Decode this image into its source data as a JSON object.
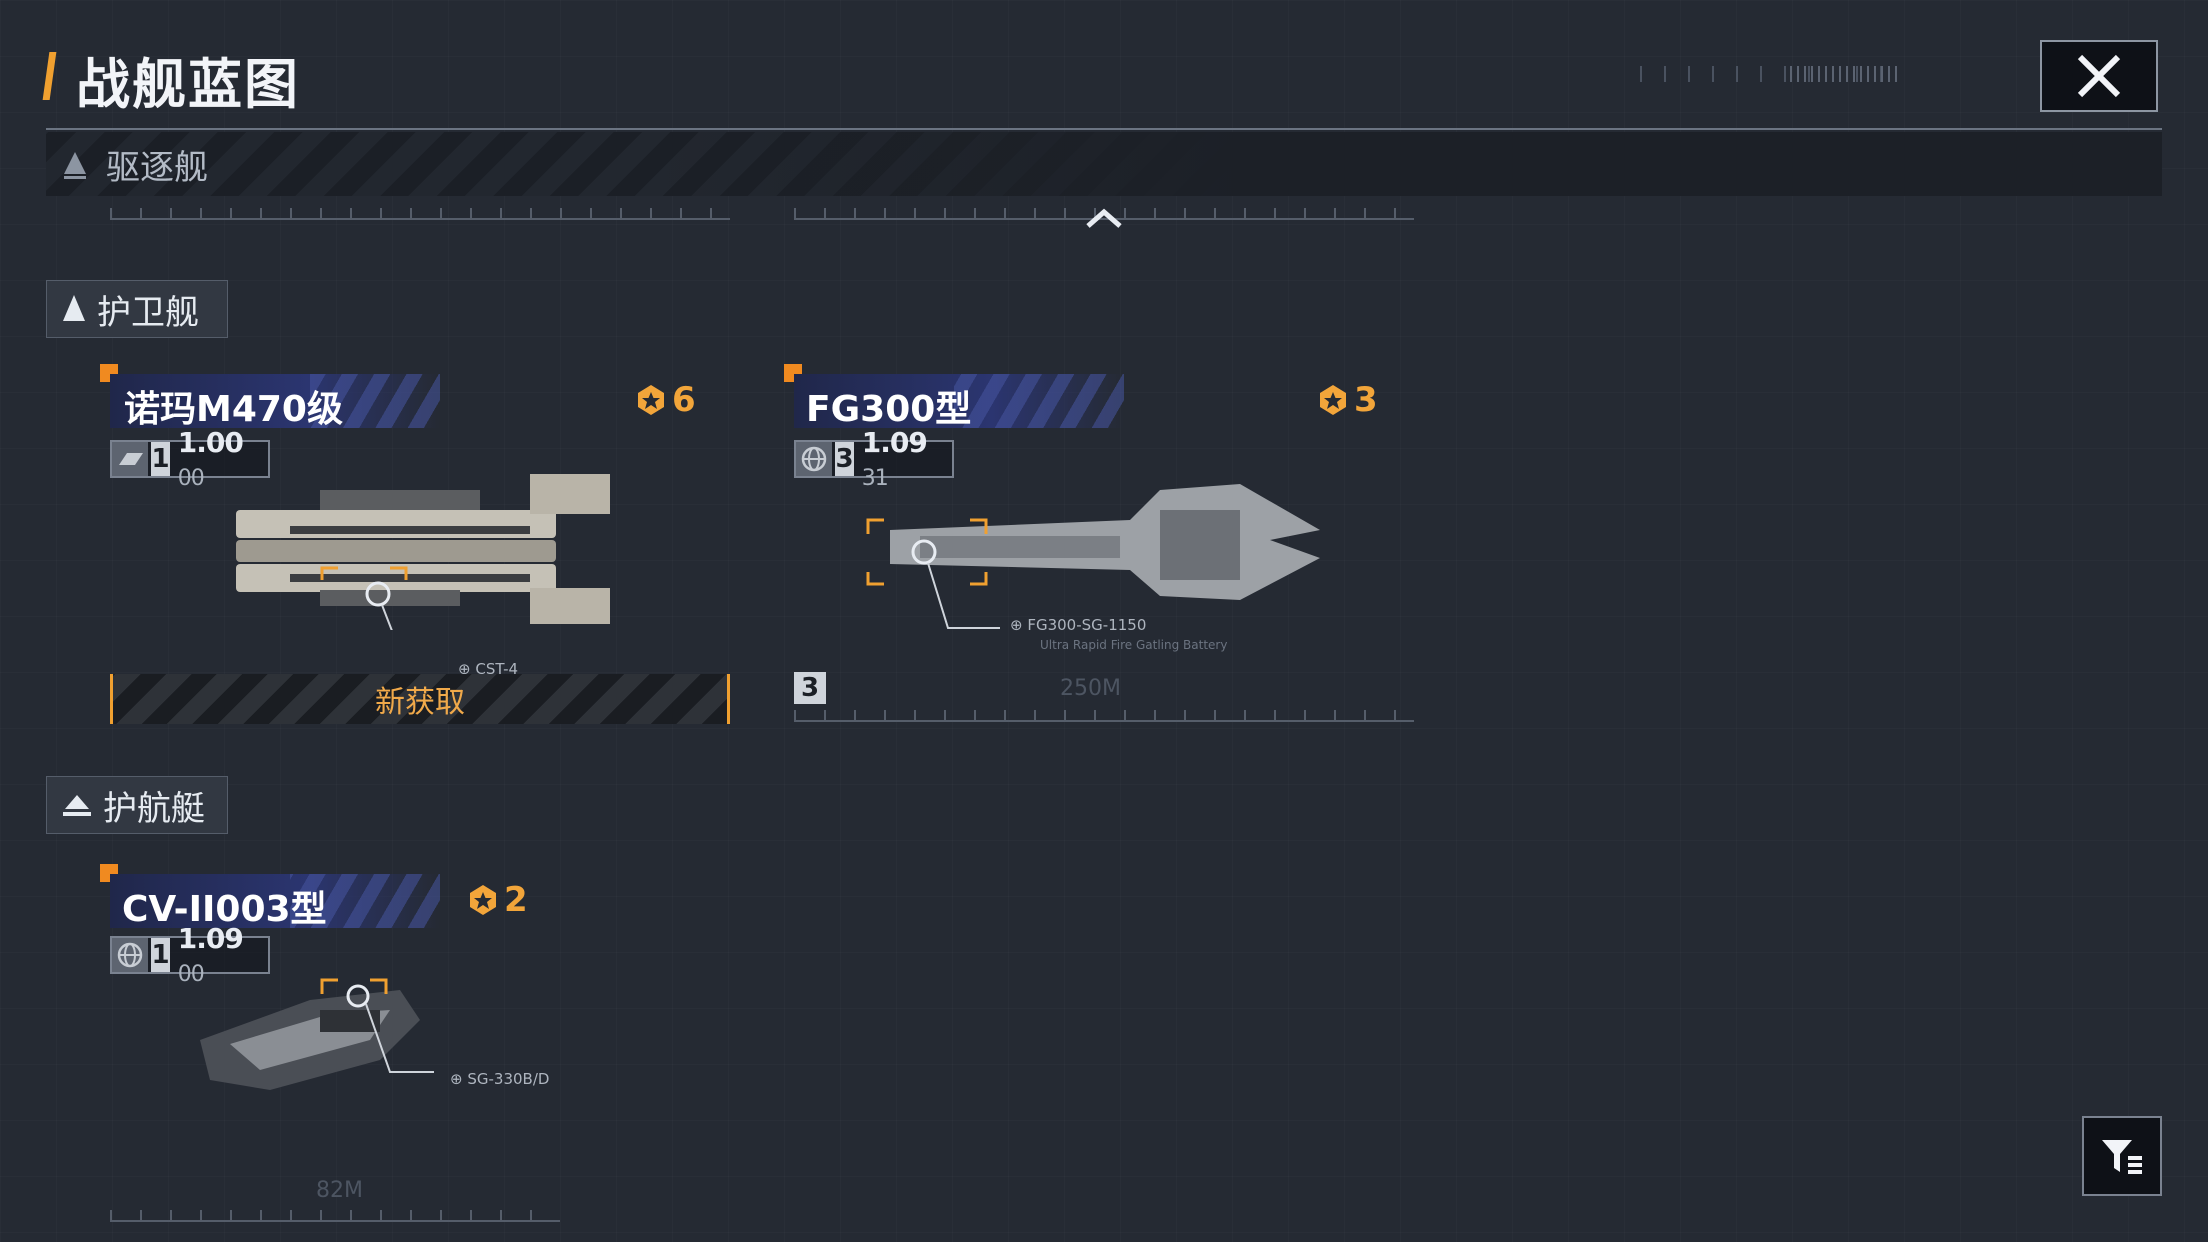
{
  "header": {
    "title": "战舰蓝图"
  },
  "sticky_category": {
    "label": "驱逐舰"
  },
  "sections": [
    {
      "label": "护卫舰",
      "ships": [
        {
          "name": "诺玛M470级",
          "count": "6",
          "level": "1",
          "version_main": "1.00",
          "version_sub": "00",
          "new_label": "新获取",
          "weapon_tag": "CST-4"
        },
        {
          "name": "FG300型",
          "count": "3",
          "level": "3",
          "version_main": "1.09",
          "version_sub": "31",
          "weapon_tag": "FG300-SG-1150",
          "weapon_sub": "Ultra Rapid Fire Gatling Battery",
          "length_label": "250M",
          "slot_level": "3"
        }
      ]
    },
    {
      "label": "护航艇",
      "ships": [
        {
          "name": "CV-II003型",
          "count": "2",
          "level": "1",
          "version_main": "1.09",
          "version_sub": "00",
          "weapon_tag": "SG-330B/D",
          "length_label": "82M"
        }
      ]
    }
  ],
  "colors": {
    "accent": "#f0a030",
    "name_band": "#2b3570",
    "background": "#252a33"
  },
  "icons": [
    "close-icon",
    "chevron-up-icon",
    "filter-icon",
    "ship-class-icon",
    "rank-icon",
    "globe-icon"
  ]
}
